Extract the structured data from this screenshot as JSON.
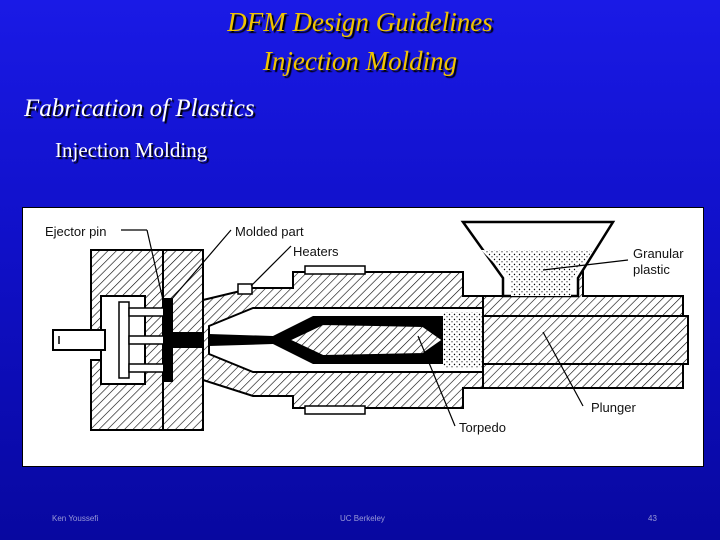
{
  "slide": {
    "title_line1": "DFM Design Guidelines",
    "title_line2": "Injection Molding",
    "heading": "Fabrication of Plastics",
    "subheading": "Injection Molding"
  },
  "diagram": {
    "labels": {
      "ejector_pin": "Ejector pin",
      "molded_part": "Molded part",
      "heaters": "Heaters",
      "granular_plastic_1": "Granular",
      "granular_plastic_2": "plastic",
      "plunger": "Plunger",
      "torpedo": "Torpedo"
    }
  },
  "footer": {
    "left": "Ken Youssefi",
    "center": "UC Berkeley",
    "page": "43"
  }
}
